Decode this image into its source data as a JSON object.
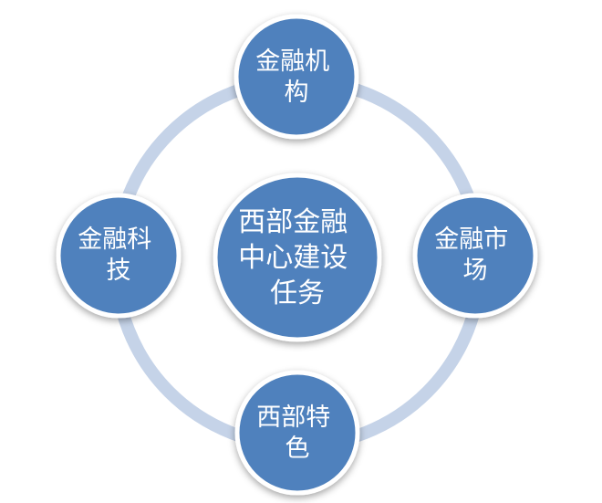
{
  "diagram": {
    "center": {
      "lines": [
        "西部金融",
        "中心建设",
        "任务"
      ]
    },
    "nodes": [
      {
        "id": "top",
        "lines": [
          "金融机",
          "构"
        ]
      },
      {
        "id": "right",
        "lines": [
          "金融市",
          "场"
        ]
      },
      {
        "id": "bottom",
        "lines": [
          "西部特",
          "色"
        ]
      },
      {
        "id": "left",
        "lines": [
          "金融科",
          "技"
        ]
      }
    ],
    "colors": {
      "ring": "#c5d3e8",
      "node_fill": "#4f81bd",
      "node_stroke": "#ffffff",
      "text": "#ffffff"
    }
  }
}
